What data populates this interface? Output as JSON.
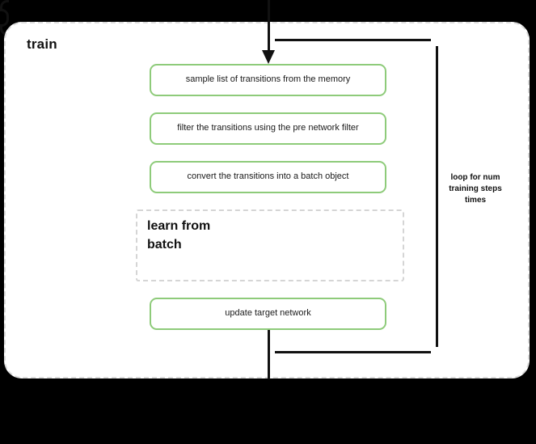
{
  "diagram": {
    "title": "train",
    "background_color": "#000000",
    "container": {
      "name": "train",
      "border_style": "dashed",
      "border_color": "#dcdcdc",
      "fill": "#ffffff"
    },
    "accent_color": "#8ecb7a",
    "line_color": "#111111",
    "steps": [
      {
        "id": "sample",
        "label": "sample list of transitions from the memory",
        "style": "green-box"
      },
      {
        "id": "filter",
        "label": "filter the transitions using the pre network filter",
        "style": "green-box"
      },
      {
        "id": "convert",
        "label": "convert the transitions into a batch object",
        "style": "green-box"
      },
      {
        "id": "learn",
        "label": "learn from batch",
        "style": "dashed-group"
      },
      {
        "id": "update",
        "label": "update target network",
        "style": "green-box"
      }
    ],
    "loop": {
      "caption": "loop for num training steps times",
      "caption_line_1": "loop for num",
      "caption_line_2": "training steps",
      "caption_line_3": "times"
    }
  }
}
